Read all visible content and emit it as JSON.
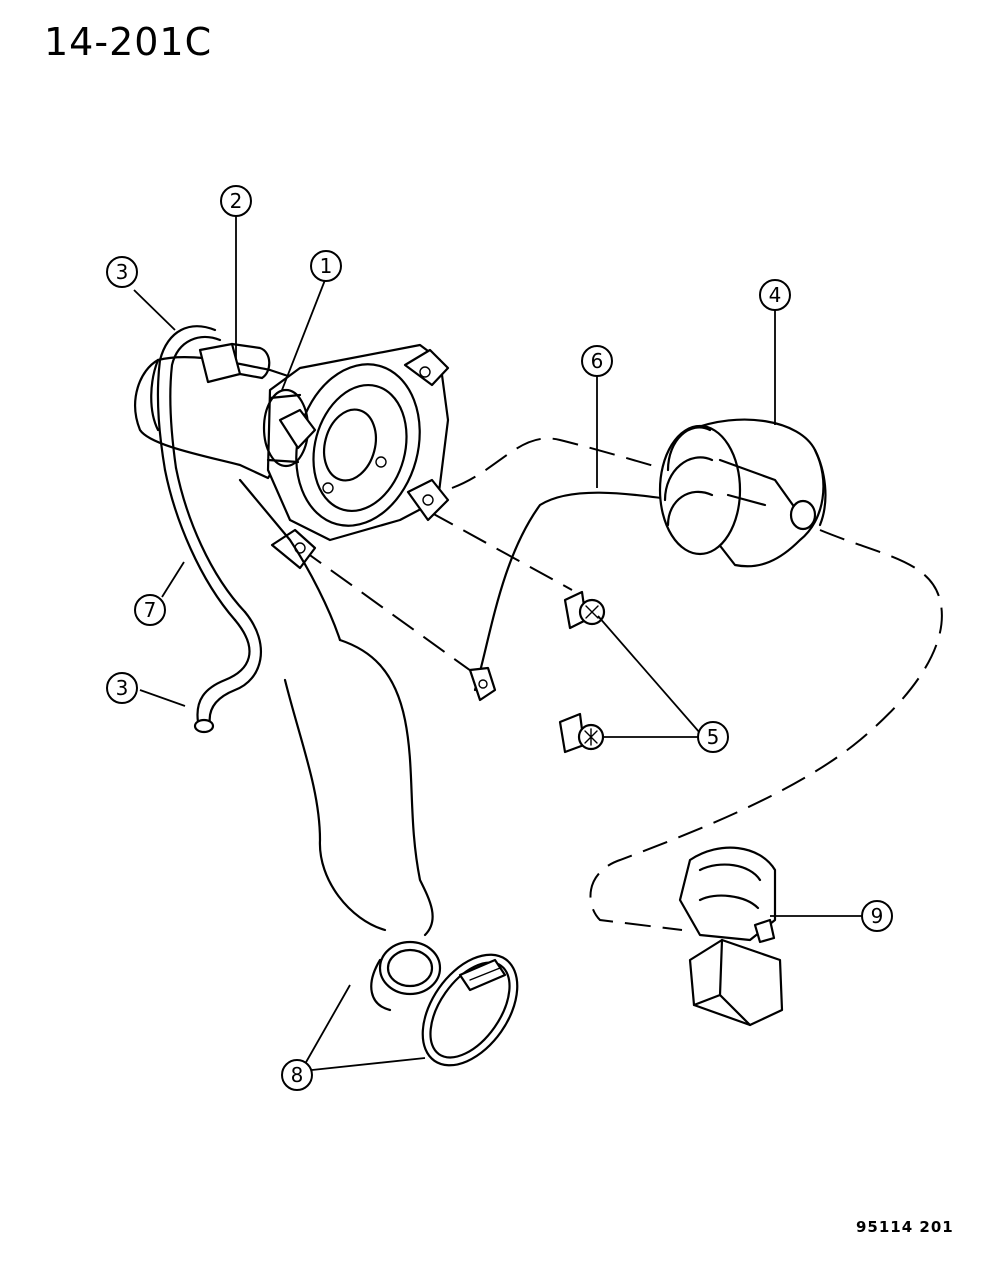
{
  "header": {
    "page_code": "14-201C"
  },
  "footer": {
    "figure_code": "95114  201"
  },
  "callouts": {
    "c1": "1",
    "c2": "2",
    "c3_upper": "3",
    "c3_lower": "3",
    "c4": "4",
    "c5": "5",
    "c6": "6",
    "c7": "7",
    "c8": "8",
    "c9": "9"
  }
}
